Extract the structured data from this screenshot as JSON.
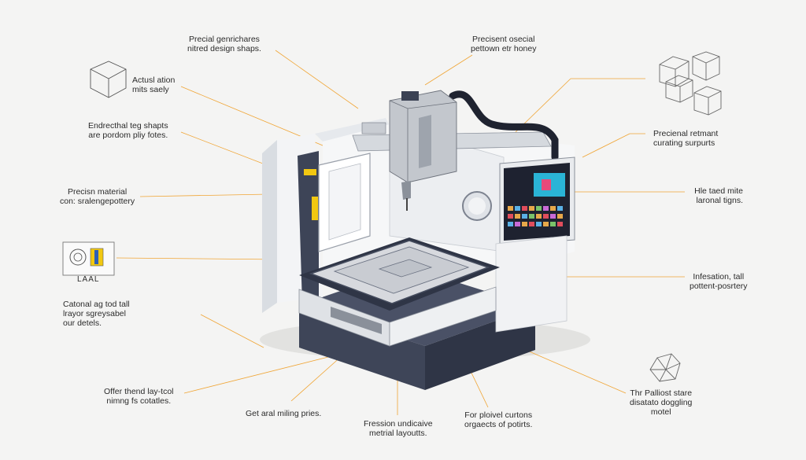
{
  "colors": {
    "background": "#f4f4f3",
    "leader_line": "#f0a535",
    "machine_body": "#eef0f2",
    "machine_base": "#3b4254",
    "accent_yellow": "#f2c811",
    "spindle": "#b8bcc2"
  },
  "callouts": [
    {
      "id": "top-left",
      "lines": [
        "Precial genrichares",
        "nitred design shaps."
      ]
    },
    {
      "id": "top-center",
      "lines": [
        "Precisent osecial",
        "pettown etr honey"
      ]
    },
    {
      "id": "left-1",
      "lines": [
        "Actusl ation",
        "mits saely"
      ]
    },
    {
      "id": "left-2",
      "lines": [
        "Endrecthal teg shapts",
        "are pordom pliy fotes."
      ]
    },
    {
      "id": "left-3",
      "lines": [
        "Precisn material",
        "con: sralengepottery"
      ]
    },
    {
      "id": "left-4",
      "lines": [
        "Catonal ag tod tall",
        "lrayor sgreysabel",
        "our detels."
      ]
    },
    {
      "id": "left-5",
      "lines": [
        "Offer thend lay-tcol",
        "nimng fs cotatles."
      ]
    },
    {
      "id": "bottom-1",
      "lines": [
        "Get aral miling pries."
      ]
    },
    {
      "id": "bottom-2",
      "lines": [
        "Fression undicaive",
        "metrial layoutts."
      ]
    },
    {
      "id": "bottom-3",
      "lines": [
        "For ploivel curtons",
        "orgaects of potirts."
      ]
    },
    {
      "id": "right-1",
      "lines": [
        "Precienal retmant",
        "curating surpurts"
      ]
    },
    {
      "id": "right-2",
      "lines": [
        "Hle taed mite",
        "laronal tigns."
      ]
    },
    {
      "id": "right-3",
      "lines": [
        "Infesation, tall",
        "pottent-posrtery"
      ]
    },
    {
      "id": "right-4",
      "lines": [
        "Thr Palliost stare",
        "disatato doggling",
        "motel"
      ]
    }
  ],
  "widget_caption": "LAAL"
}
